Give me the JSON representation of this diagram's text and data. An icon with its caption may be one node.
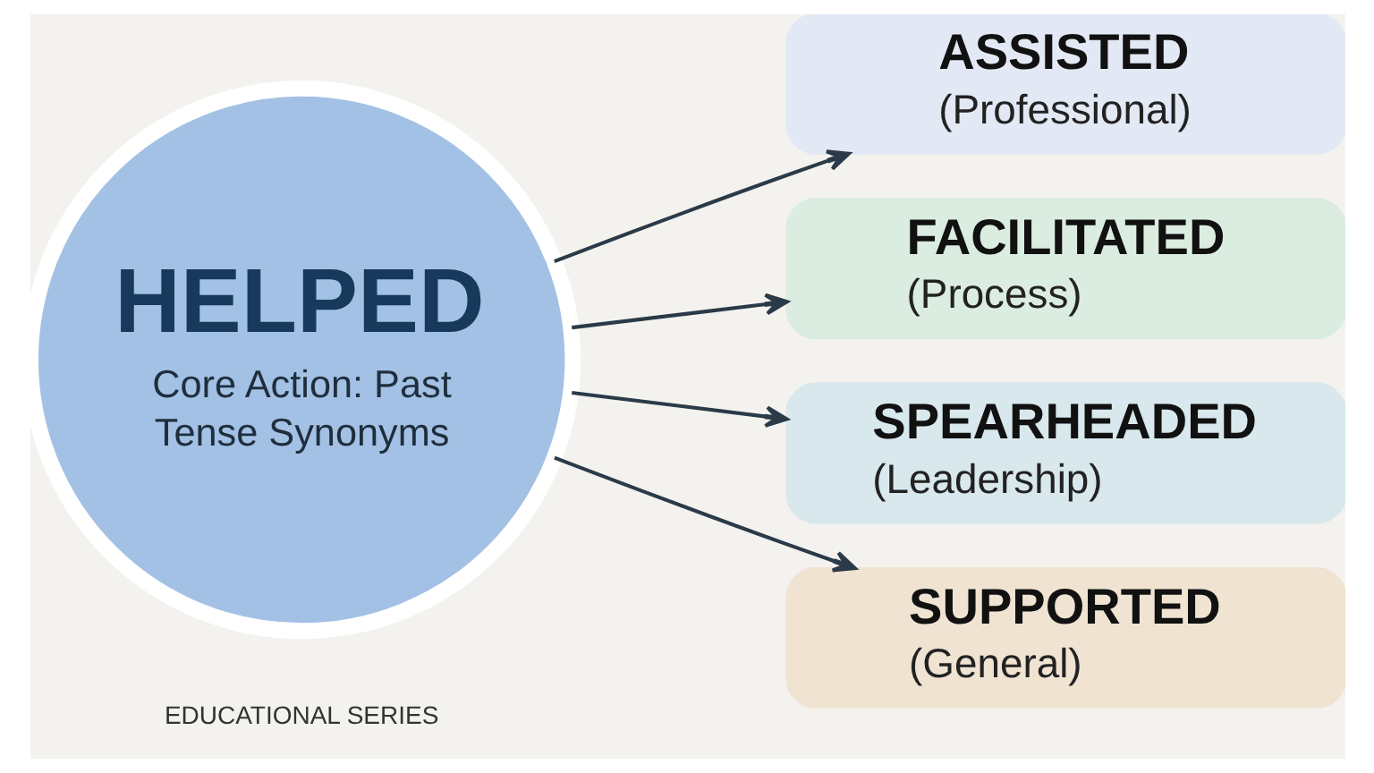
{
  "diagram": {
    "nodes": [
      {
        "text": [
          "HELPED",
          "Core Action: Past Tense Synonyms"
        ]
      },
      {
        "text": [
          "ASSISTED",
          "(Professional)"
        ]
      },
      {
        "text": [
          "FACILITATED",
          "(Process)"
        ]
      },
      {
        "text": [
          "SPEARHEADED",
          "(Leadership)"
        ]
      },
      {
        "text": [
          "SUPPORTED",
          "(General)"
        ]
      }
    ],
    "edges": [
      {
        "from": 0,
        "to": 1,
        "arrow": "to"
      },
      {
        "from": 0,
        "to": 2,
        "arrow": "to"
      },
      {
        "from": 0,
        "to": 3,
        "arrow": "to"
      },
      {
        "from": 0,
        "to": 4,
        "arrow": "to"
      }
    ],
    "labels": [
      "EDUCATIONAL SERIES"
    ]
  }
}
